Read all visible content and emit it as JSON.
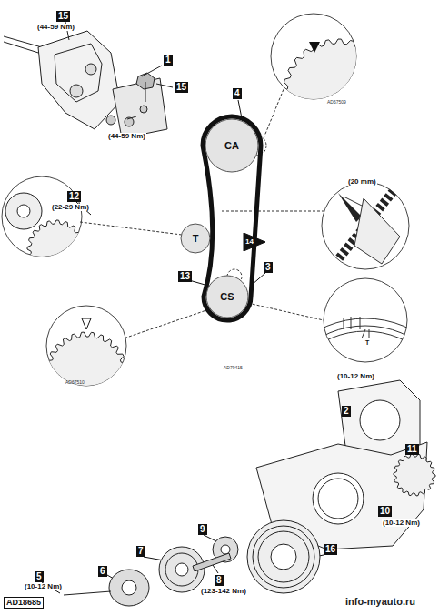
{
  "diagram": {
    "nodes": [
      {
        "text": [
          "CA"
        ]
      },
      {
        "text": [
          "T"
        ]
      },
      {
        "text": [
          "CS"
        ]
      }
    ],
    "labels": [
      "15",
      "(44-59 Nm)",
      "1",
      "15",
      "(44-59 Nm)",
      "4",
      "AD67509",
      "12",
      "(22-29 Nm)",
      "(20 mm)",
      "14",
      "13",
      "3",
      "AD79415",
      "AD67510",
      "T",
      "2",
      "(10-12 Nm)",
      "11",
      "10",
      "(10-12 Nm)",
      "9",
      "7",
      "16",
      "6",
      "8",
      "(123-142 Nm)",
      "5",
      "(10-12 Nm)",
      "AD18685",
      "info-myauto.ru"
    ]
  }
}
